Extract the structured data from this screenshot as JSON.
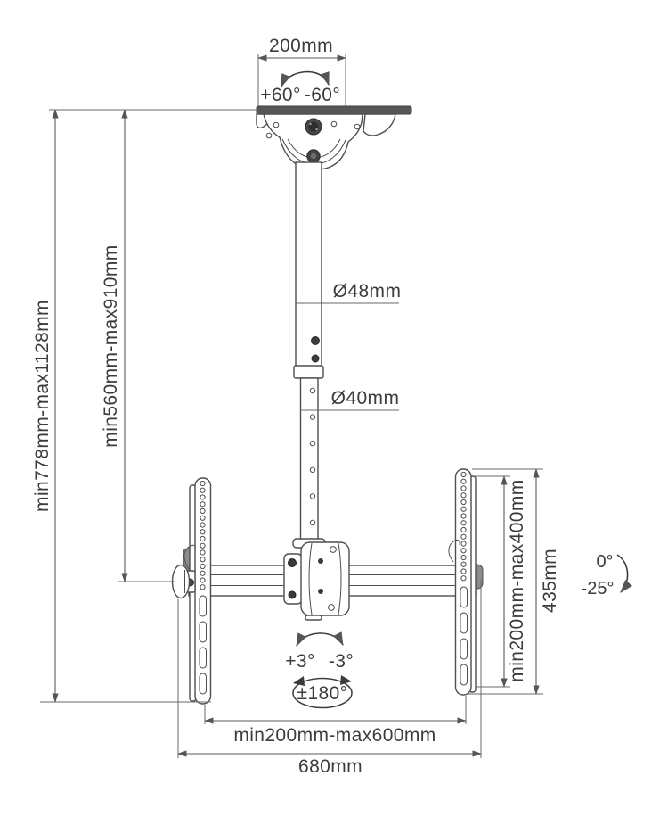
{
  "colors": {
    "background": "#ffffff",
    "line": "#4e4e4e",
    "dimension_line": "#5a5a5a",
    "text": "#3c3c3c"
  },
  "dimensions": {
    "ceiling_plate_width": "200mm",
    "swivel_positive": "+60°",
    "swivel_negative": "-60°",
    "upper_pole_diameter": "Ø48mm",
    "lower_pole_diameter": "Ø40mm",
    "ceiling_to_bracket_bottom": "min778mm-max1128mm",
    "ceiling_to_arm_center": "min560mm-max910mm",
    "vesa_height_range": "min200mm-max400mm",
    "bracket_height": "435mm",
    "tilt_up": "0°",
    "tilt_down": "-25°",
    "level_positive": "+3°",
    "level_negative": "-3°",
    "rotation_range": "±180°",
    "vesa_width_range": "min200mm-max600mm",
    "crossbar_width": "680mm"
  }
}
